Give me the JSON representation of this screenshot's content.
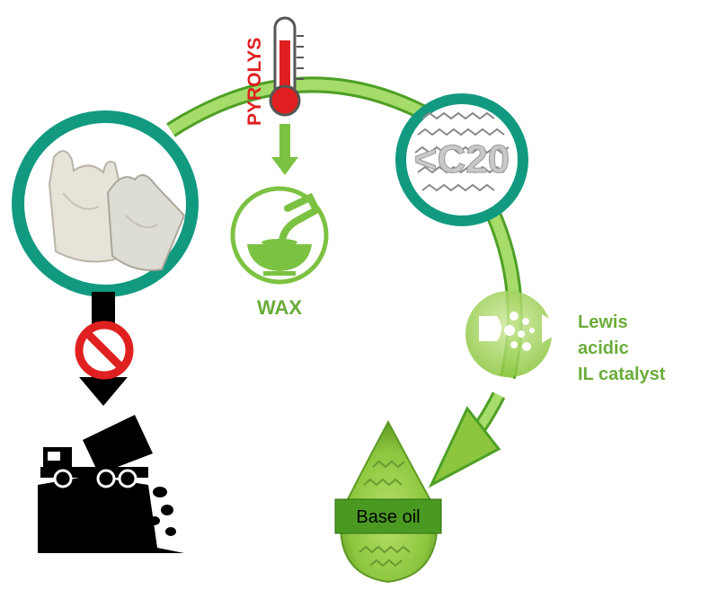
{
  "labels": {
    "pyrolysis": "PYROLYS",
    "wax": "WAX",
    "chain": "<C20",
    "catalyst_line1": "Lewis",
    "catalyst_line2": "acidic",
    "catalyst_line3": "IL catalyst",
    "product": "Base oil"
  },
  "colors": {
    "arc_green": "#7cc242",
    "teal_ring": "#129a80",
    "red": "#e02020",
    "label_green": "#6aac3a",
    "drop_green": "#8cc63e",
    "black": "#000000"
  },
  "icons": {
    "plastic_bags": "plastic-bags-icon",
    "thermometer": "thermometer-icon",
    "wax": "wax-bowl-icon",
    "hydrocarbon_chains": "hydrocarbon-chains-icon",
    "catalyst": "catalyst-reaction-icon",
    "prohibited": "prohibition-icon",
    "landfill_truck": "landfill-truck-icon",
    "oil_drop": "oil-drop-icon"
  }
}
